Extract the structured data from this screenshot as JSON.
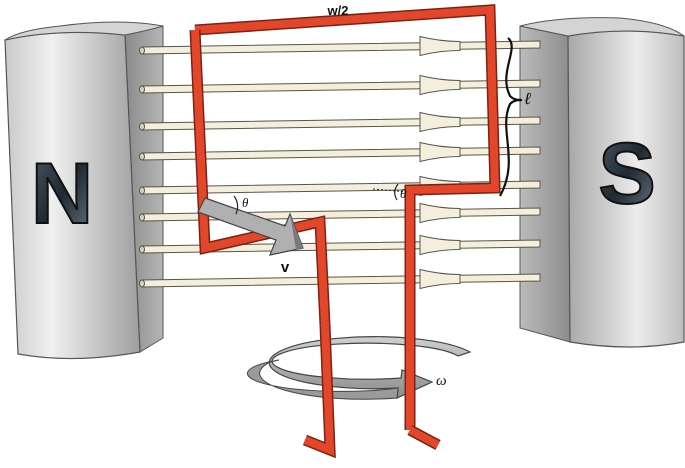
{
  "magnets": {
    "north": {
      "label": "N"
    },
    "south": {
      "label": "S"
    }
  },
  "labels": {
    "top_width": "w/2",
    "length": "ℓ",
    "angle_left": "θ",
    "angle_right": "θ",
    "velocity": "v",
    "omega": "ω"
  },
  "colors": {
    "loop": "#e2472c",
    "loop_dark": "#a92e17",
    "magnet_light": "#e6e6e6",
    "magnet_dark": "#8e8e8e",
    "field_line": "#f4efdc"
  }
}
